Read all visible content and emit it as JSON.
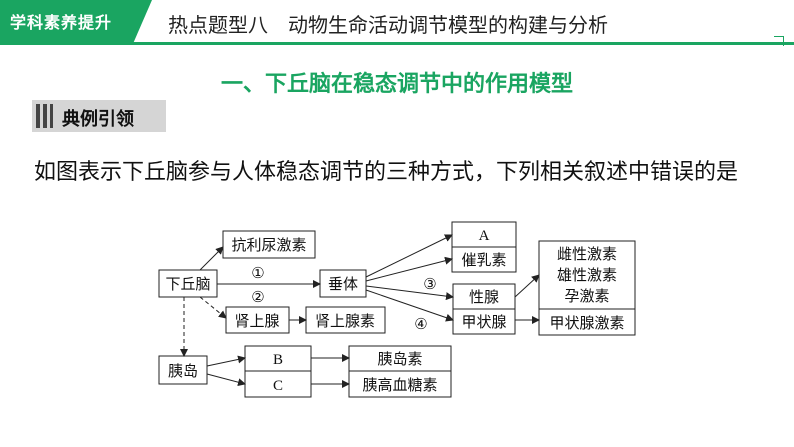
{
  "header": {
    "badge": "学科素养提升",
    "title": "热点题型八　动物生命活动调节模型的构建与分析"
  },
  "section_title": "一、下丘脑在稳态调节中的作用模型",
  "tag_label": "典例引领",
  "question": "如图表示下丘脑参与人体稳态调节的三种方式，下列相关叙述中错误的是",
  "diagram": {
    "hypothalamus": "下丘脑",
    "adh": "抗利尿激素",
    "pituitary": "垂体",
    "adrenal_gland": "肾上腺",
    "adrenaline": "肾上腺素",
    "box_a": "A",
    "prolactin": "催乳素",
    "gonad": "性腺",
    "thyroid": "甲状腺",
    "sex_hormone_1": "雌性激素",
    "sex_hormone_2": "雄性激素",
    "sex_hormone_3": "孕激素",
    "thyroxine": "甲状腺激素",
    "islet": "胰岛",
    "box_b": "B",
    "box_c": "C",
    "insulin": "胰岛素",
    "glucagon": "胰高血糖素",
    "n1": "①",
    "n2": "②",
    "n3": "③",
    "n4": "④"
  }
}
